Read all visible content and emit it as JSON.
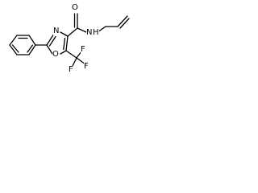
{
  "molecule": {
    "atoms": {
      "oxazole_n": "N",
      "oxazole_o": "O",
      "carbonyl_o": "O",
      "amide_n": "N",
      "amide_h": "H",
      "cf3_f_top": "F",
      "cf3_f_left": "F",
      "cf3_f_right": "F"
    },
    "colors": {
      "bond": "#000000",
      "label": "#000000",
      "background": "#ffffff"
    }
  }
}
